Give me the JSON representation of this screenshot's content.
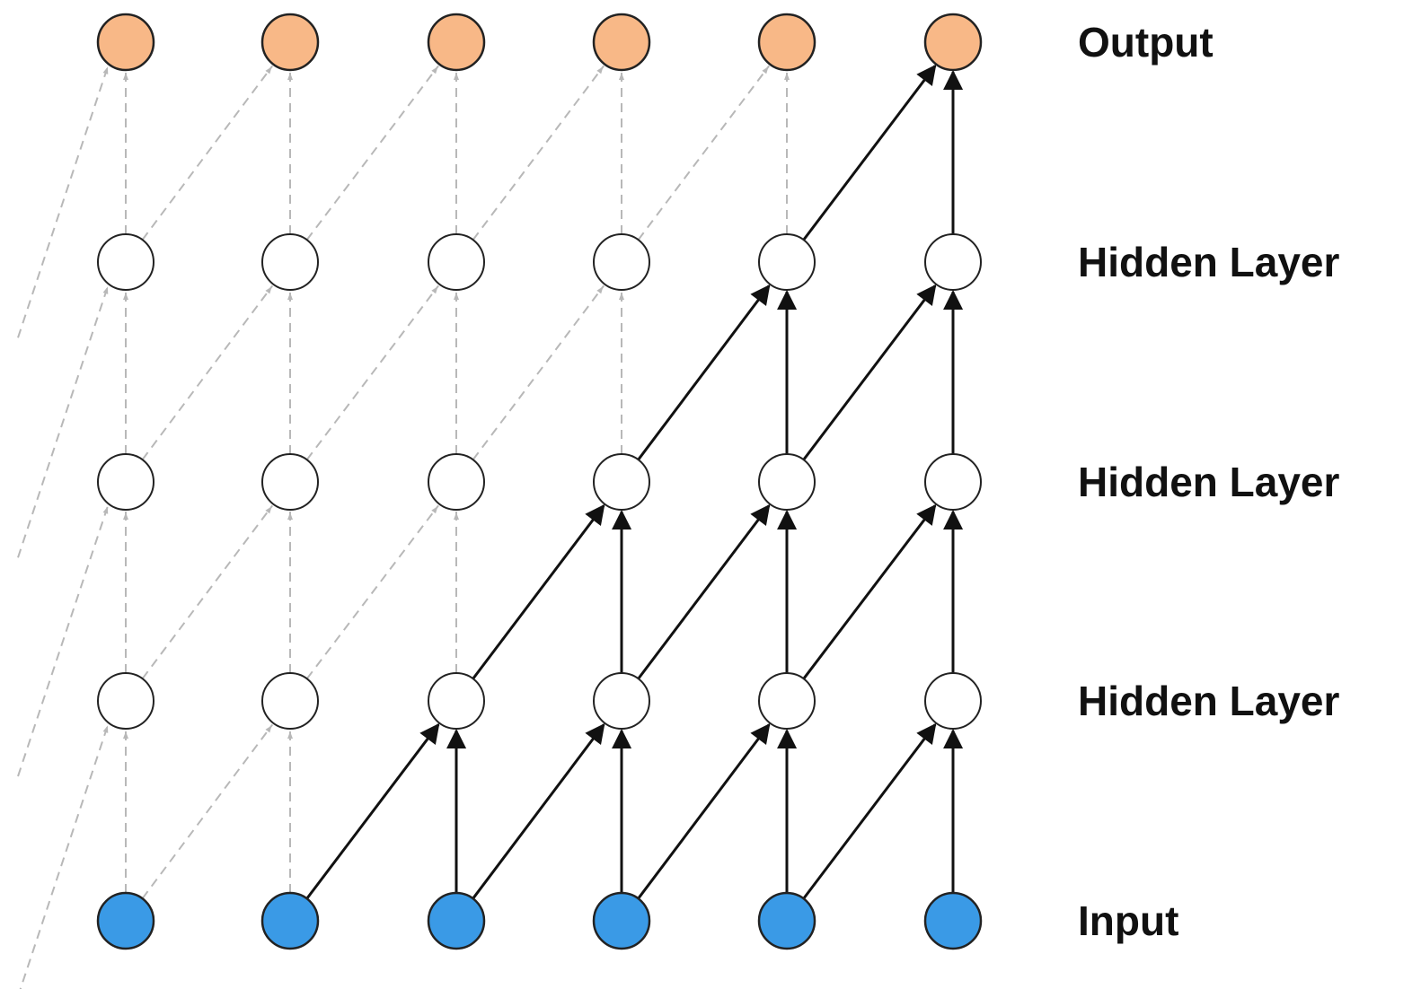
{
  "layers": [
    {
      "label": "Output",
      "kind": "output"
    },
    {
      "label": "Hidden Layer",
      "kind": "hidden"
    },
    {
      "label": "Hidden Layer",
      "kind": "hidden"
    },
    {
      "label": "Hidden Layer",
      "kind": "hidden"
    },
    {
      "label": "Input",
      "kind": "input"
    }
  ],
  "columns": 6,
  "colors": {
    "output_fill": "#F8B887",
    "input_fill": "#3A9AE6",
    "hidden_fill": "#FFFFFF",
    "node_stroke": "#222222",
    "active_edge": "#111111",
    "inactive_edge": "#B8B8B8"
  },
  "edges": {
    "active": [
      {
        "from": [
          4,
          1
        ],
        "to": [
          3,
          2
        ],
        "type": "diagonal"
      },
      {
        "from": [
          4,
          2
        ],
        "to": [
          3,
          2
        ],
        "type": "vertical"
      },
      {
        "from": [
          4,
          2
        ],
        "to": [
          3,
          3
        ],
        "type": "diagonal"
      },
      {
        "from": [
          4,
          3
        ],
        "to": [
          3,
          3
        ],
        "type": "vertical"
      },
      {
        "from": [
          4,
          3
        ],
        "to": [
          3,
          4
        ],
        "type": "diagonal"
      },
      {
        "from": [
          4,
          4
        ],
        "to": [
          3,
          4
        ],
        "type": "vertical"
      },
      {
        "from": [
          4,
          4
        ],
        "to": [
          3,
          5
        ],
        "type": "diagonal"
      },
      {
        "from": [
          4,
          5
        ],
        "to": [
          3,
          5
        ],
        "type": "vertical"
      },
      {
        "from": [
          3,
          2
        ],
        "to": [
          2,
          3
        ],
        "type": "diagonal"
      },
      {
        "from": [
          3,
          3
        ],
        "to": [
          2,
          3
        ],
        "type": "vertical"
      },
      {
        "from": [
          3,
          3
        ],
        "to": [
          2,
          4
        ],
        "type": "diagonal"
      },
      {
        "from": [
          3,
          4
        ],
        "to": [
          2,
          4
        ],
        "type": "vertical"
      },
      {
        "from": [
          3,
          4
        ],
        "to": [
          2,
          5
        ],
        "type": "diagonal"
      },
      {
        "from": [
          3,
          5
        ],
        "to": [
          2,
          5
        ],
        "type": "vertical"
      },
      {
        "from": [
          2,
          3
        ],
        "to": [
          1,
          4
        ],
        "type": "diagonal"
      },
      {
        "from": [
          2,
          4
        ],
        "to": [
          1,
          4
        ],
        "type": "vertical"
      },
      {
        "from": [
          2,
          4
        ],
        "to": [
          1,
          5
        ],
        "type": "diagonal"
      },
      {
        "from": [
          2,
          5
        ],
        "to": [
          1,
          5
        ],
        "type": "vertical"
      },
      {
        "from": [
          1,
          4
        ],
        "to": [
          0,
          5
        ],
        "type": "diagonal"
      },
      {
        "from": [
          1,
          5
        ],
        "to": [
          0,
          5
        ],
        "type": "vertical"
      }
    ]
  }
}
